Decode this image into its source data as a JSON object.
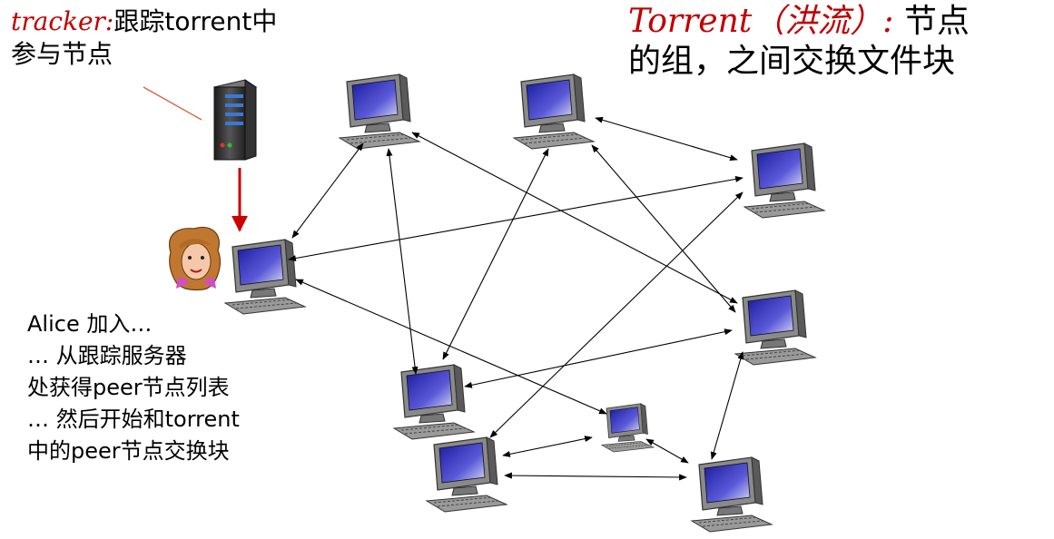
{
  "tracker_label": {
    "term": "tracker:",
    "line1_rest": "跟踪torrent中",
    "line2": "参与节点"
  },
  "torrent_label": {
    "term": "Torrent（洪流）:",
    "line1_rest": " 节点",
    "line2": "的组，之间交换文件块"
  },
  "alice_text": {
    "lines": [
      "Alice 加入…",
      "… 从跟踪服务器",
      "处获得peer节点列表",
      "… 然后开始和torrent",
      "中的peer节点交换块"
    ]
  },
  "colors": {
    "tracker_arrow": "#cc0000",
    "connector": "#d96040",
    "highlight_text": "#c00000",
    "screen": "#2a2ab0"
  },
  "icons": [
    "server-icon",
    "computer-icon",
    "alice-avatar-icon"
  ]
}
